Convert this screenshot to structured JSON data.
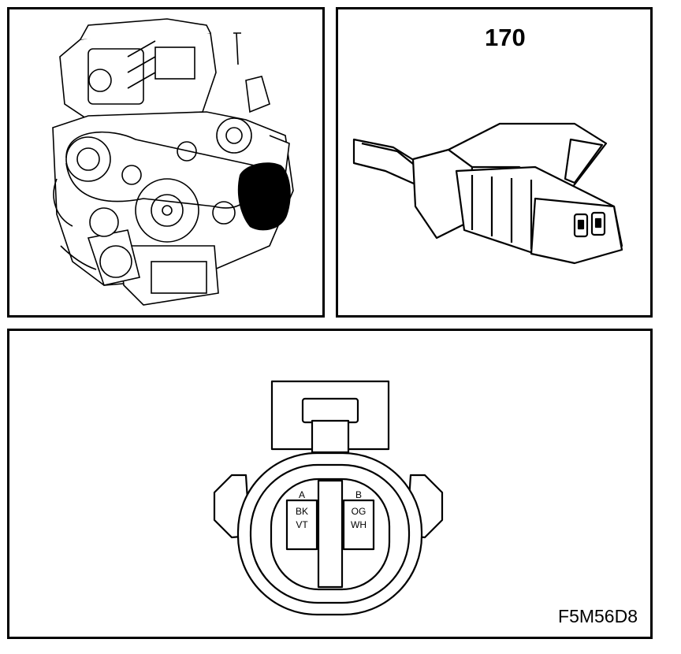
{
  "connector_view": {
    "part_number": "170"
  },
  "pinout": {
    "pins": [
      {
        "letter": "A",
        "wire1": "BK",
        "wire2": "VT"
      },
      {
        "letter": "B",
        "wire1": "OG",
        "wire2": "WH"
      }
    ],
    "figure_code": "F5M56D8"
  }
}
